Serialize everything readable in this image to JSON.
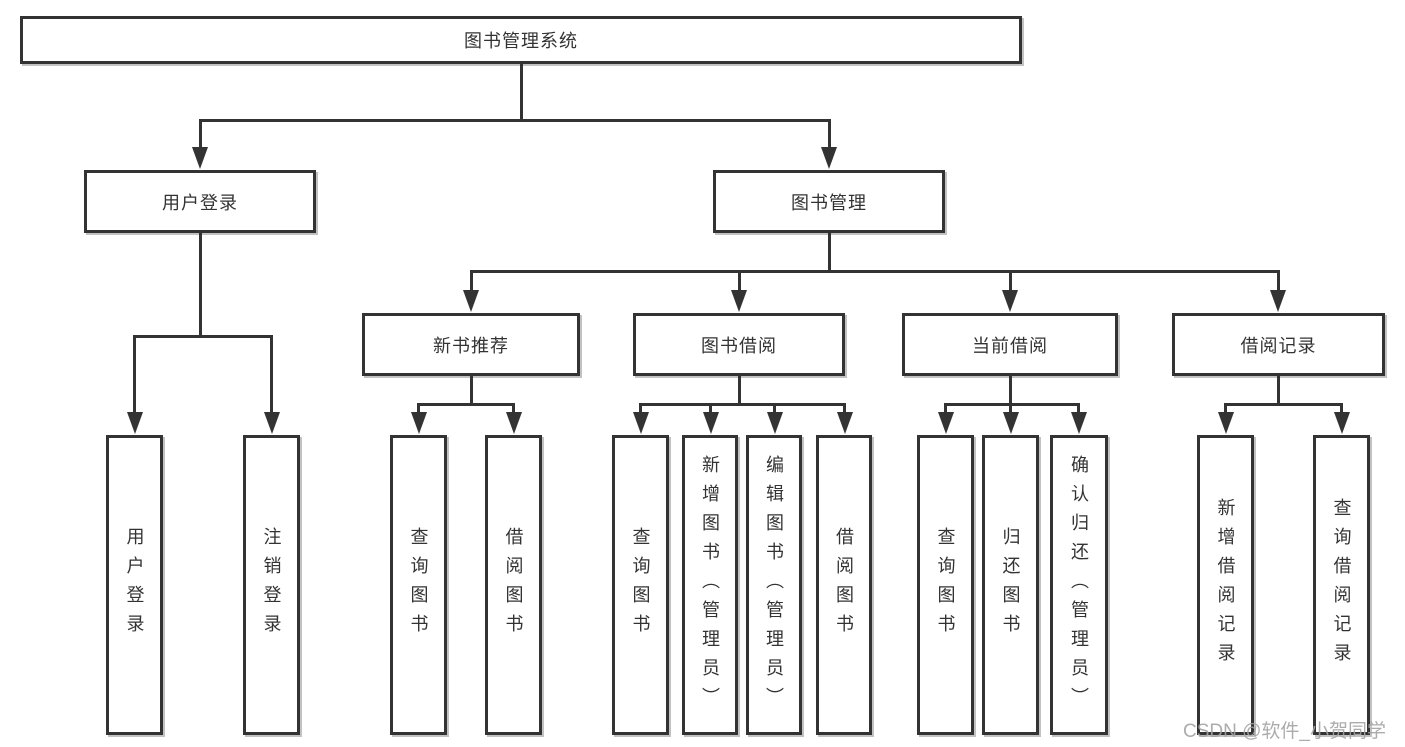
{
  "colors": {
    "line": "#333333",
    "box_border": "#333333",
    "box_fill": "#ffffff",
    "text": "#333333",
    "watermark": "#a4a4a4"
  },
  "watermark": {
    "text": "CSDN @软件_小贺同学"
  },
  "tree": {
    "root": "图书管理系统",
    "children": [
      {
        "label": "用户登录",
        "children": [
          {
            "label": "用户登录"
          },
          {
            "label": "注销登录"
          }
        ]
      },
      {
        "label": "图书管理",
        "children": [
          {
            "label": "新书推荐",
            "children": [
              {
                "label": "查询图书"
              },
              {
                "label": "借阅图书"
              }
            ]
          },
          {
            "label": "图书借阅",
            "children": [
              {
                "label": "查询图书"
              },
              {
                "label": "新增图书（管理员）"
              },
              {
                "label": "编辑图书（管理员）"
              },
              {
                "label": "借阅图书"
              }
            ]
          },
          {
            "label": "当前借阅",
            "children": [
              {
                "label": "查询图书"
              },
              {
                "label": "归还图书"
              },
              {
                "label": "确认归还（管理员）"
              }
            ]
          },
          {
            "label": "借阅记录",
            "children": [
              {
                "label": "新增借阅记录"
              },
              {
                "label": "查询借阅记录"
              }
            ]
          }
        ]
      }
    ]
  }
}
